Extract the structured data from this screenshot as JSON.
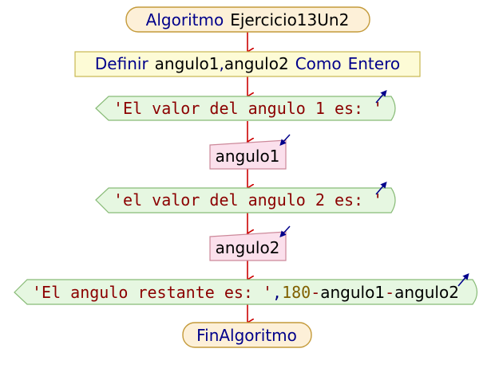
{
  "flowchart": {
    "start": {
      "keyword": "Algoritmo",
      "name": "Ejercicio13Un2"
    },
    "define": {
      "keyword": "Definir",
      "vars": "angulo1",
      "comma": ",",
      "vars2": "angulo2",
      "como": "Como",
      "type": "Entero"
    },
    "output1": {
      "text": "'El valor del angulo 1 es: '"
    },
    "input1": {
      "var": "angulo1"
    },
    "output2": {
      "text": "'el valor del angulo 2 es: '"
    },
    "input2": {
      "var": "angulo2"
    },
    "output3": {
      "str": "'El angulo restante es: '",
      "comma": ",",
      "num": "180",
      "minus1": "-",
      "v1": "angulo1",
      "minus2": "-",
      "v2": "angulo2"
    },
    "end": {
      "keyword": "FinAlgoritmo"
    }
  },
  "colors": {
    "arrow": "#cc0000",
    "terminal_fill": "#fdf0d8",
    "terminal_stroke": "#c49a3a",
    "process_fill": "#fdfbd6",
    "process_stroke": "#c8b850",
    "io_out_fill": "#e6f7e1",
    "io_out_stroke": "#88bb77",
    "io_in_fill": "#fbe0ec",
    "io_in_stroke": "#cc8899",
    "keyword": "#00008b",
    "string": "#8b0000",
    "number": "#806000",
    "io_arrow_icon": "#00008b"
  }
}
